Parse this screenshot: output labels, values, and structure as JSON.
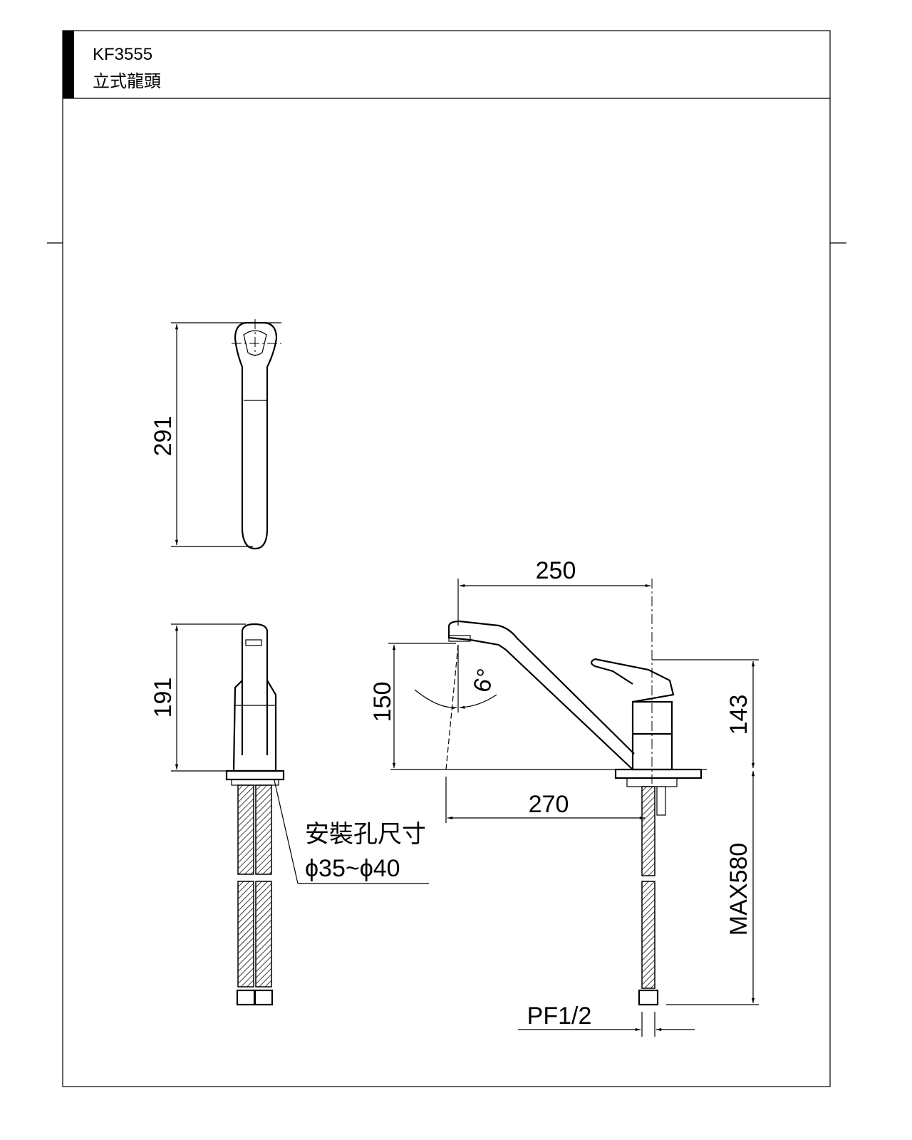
{
  "header": {
    "model": "KF3555",
    "title": "立式龍頭"
  },
  "dimensions": {
    "top_view_height": "291",
    "side_view_height": "191",
    "spout_reach": "250",
    "spout_height": "150",
    "spout_angle": "6°",
    "handle_height": "143",
    "outlet_to_center": "270",
    "hose_length": "MAX580",
    "thread": "PF1/2"
  },
  "note": {
    "label": "安裝孔尺寸",
    "value": "ϕ35~ϕ40"
  }
}
